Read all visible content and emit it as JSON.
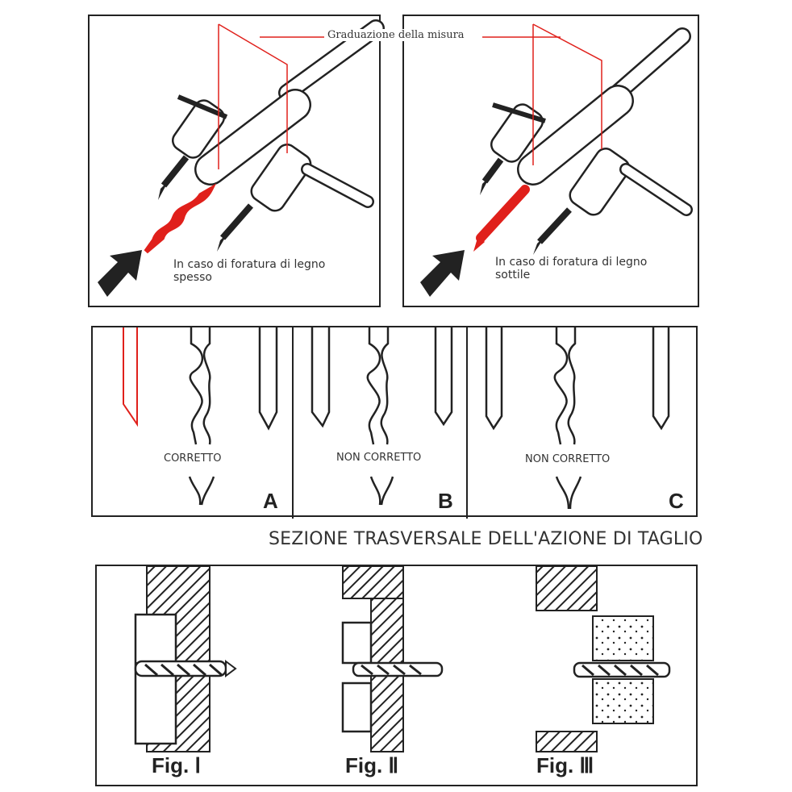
{
  "top": {
    "measure_label": "Graduazione della misura",
    "left_caption": "In caso di foratura di legno spesso",
    "right_caption": "In caso di foratura di legno sottile"
  },
  "middle": {
    "labels": [
      "CORRETTO",
      "NON CORRETTO",
      "NON CORRETTO"
    ],
    "letters": [
      "A",
      "B",
      "C"
    ],
    "section_title": "SEZIONE TRASVERSALE DELL'AZIONE DI TAGLIO"
  },
  "bottom": {
    "figs": [
      "Fig. Ⅰ",
      "Fig. Ⅱ",
      "Fig. Ⅲ"
    ]
  },
  "colors": {
    "accent_red": "#e0201b",
    "ink": "#222222"
  }
}
